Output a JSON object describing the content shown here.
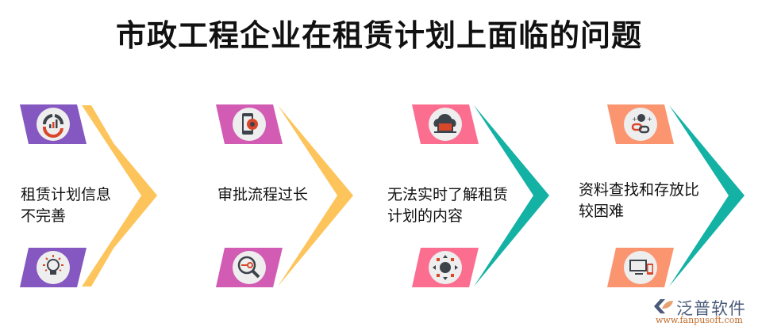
{
  "title": "市政工程企业在租赁计划上面临的问题",
  "items": [
    {
      "label_line1": "租赁计划信息",
      "label_line2": "不完善",
      "badge_color": "#8557c0",
      "chevron_color": "#fdc45b",
      "top_icon": "chart-donut-icon",
      "bottom_icon": "lightbulb-icon"
    },
    {
      "label_line1": "审批流程过长",
      "label_line2": "",
      "badge_color": "#d25bb3",
      "chevron_color": "#fdc45b",
      "top_icon": "phone-gear-icon",
      "bottom_icon": "key-search-icon"
    },
    {
      "label_line1": "无法实时了解租赁",
      "label_line2": "计划的内容",
      "badge_color": "#fb6e8f",
      "chevron_color": "#14b1a5",
      "top_icon": "cloud-laptop-icon",
      "bottom_icon": "globe-network-icon"
    },
    {
      "label_line1": "资料查找和存放比",
      "label_line2": "较困难",
      "badge_color": "#fa9570",
      "chevron_color": "#14b1a5",
      "top_icon": "link-users-icon",
      "bottom_icon": "monitor-phone-icon"
    }
  ],
  "logo": {
    "name": "泛普软件",
    "url": "www.fanpusoft.com"
  },
  "colors": {
    "icon_circle": "#eeeeee",
    "icon_dark": "#3d434a",
    "icon_accent": "#d9472b"
  }
}
